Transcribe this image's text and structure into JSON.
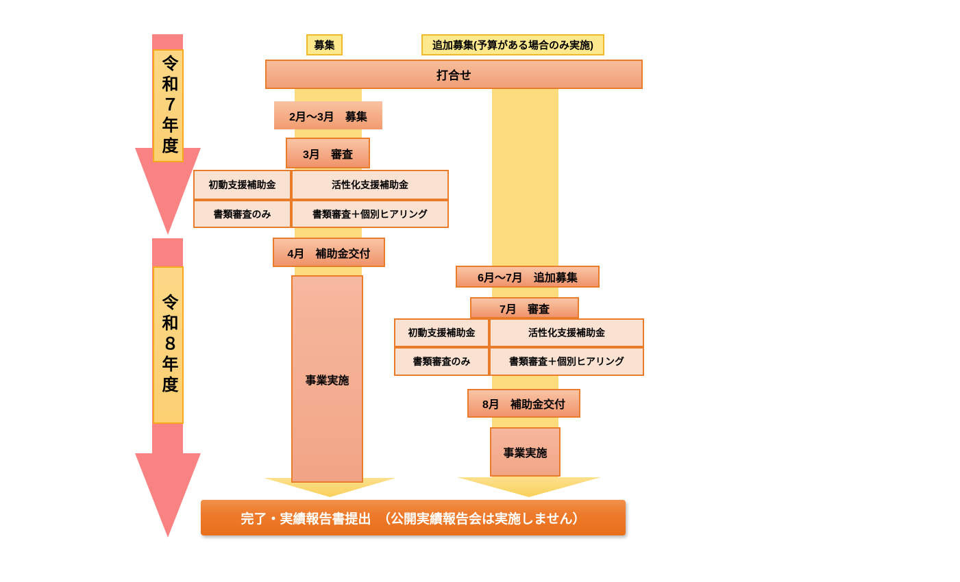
{
  "timeline": {
    "fy7": {
      "label": "令和７年度"
    },
    "fy8": {
      "label": "令和８年度"
    }
  },
  "top_labels": {
    "recruit": "募集",
    "additional_recruit": "追加募集(予算がある場合のみ実施)"
  },
  "meeting_bar": {
    "label": "打合せ"
  },
  "left_flow": {
    "recruit": "2月～3月　募集",
    "screening": "3月　審査",
    "table": {
      "col1_header": "初動支援補助金",
      "col2_header": "活性化支援補助金",
      "col1_method": "書類審査のみ",
      "col2_method": "書類審査＋個別ヒアリング"
    },
    "grant": "4月　補助金交付",
    "implementation": "事業実施"
  },
  "right_flow": {
    "recruit": "6月～7月　追加募集",
    "screening": "7月　審査",
    "table": {
      "col1_header": "初動支援補助金",
      "col2_header": "活性化支援補助金",
      "col1_method": "書類審査のみ",
      "col2_method": "書類審査＋個別ヒアリング"
    },
    "grant": "8月　補助金交付",
    "implementation": "事業実施"
  },
  "bottom_bar": {
    "label": "完了・実績報告書提出　（公開実績報告会は実施しません）"
  },
  "colors": {
    "arrow_pink": "#f98383",
    "band_yellow": "#fcdc7c",
    "year_label_fill": "#fbd37c",
    "year_label_border": "#f7a81b",
    "top_label_fill": "#ffe98e",
    "top_label_border": "#f0b92a",
    "box_border_orange": "#e87c2b",
    "table_cell_fill": "#fae2d2",
    "bottom_bar_orange": "#ed7b2c",
    "bottom_bar_text": "#ffffff"
  }
}
